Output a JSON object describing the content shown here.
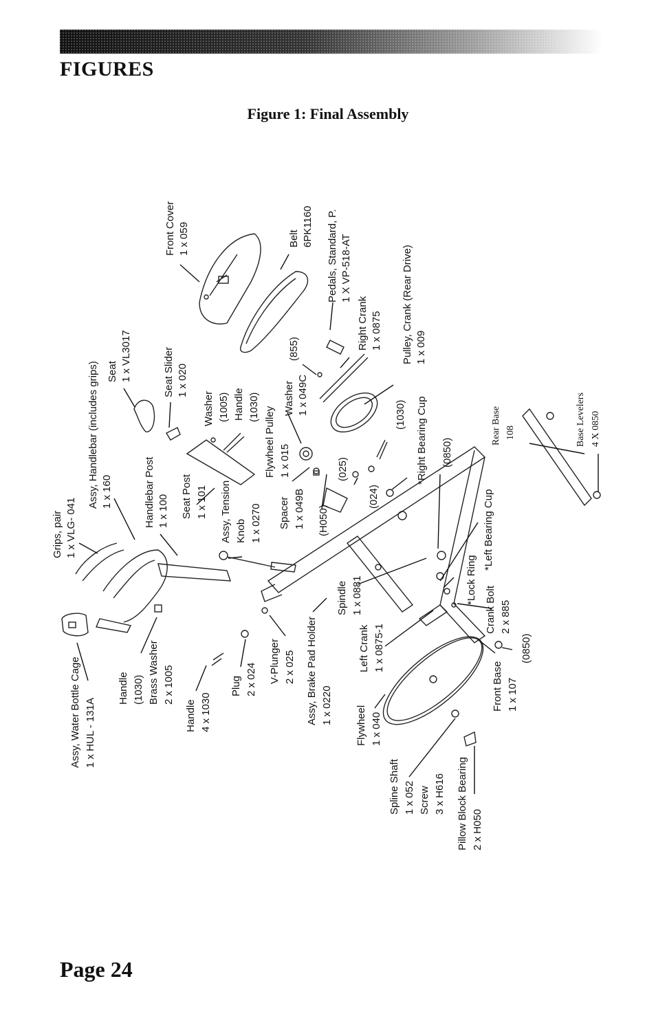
{
  "section_title": "FIGURES",
  "figure_title": "Figure 1: Final Assembly",
  "page_label": "Page 24",
  "labels": {
    "front_cover": [
      "Front Cover",
      "1 x 059"
    ],
    "belt": [
      "Belt",
      "6PK1160"
    ],
    "pedals": [
      "Pedals, Standard, P.",
      "1 X VP-518-AT"
    ],
    "pulley_crank": [
      "Pulley, Crank  (Rear Drive)",
      "1 x 009"
    ],
    "right_crank": [
      "Right Crank",
      "1 x 0875"
    ],
    "seat": [
      "Seat",
      "1 x VL3017"
    ],
    "seat_slider": [
      "Seat Slider",
      "1 x 020"
    ],
    "handlebar_assy": [
      "Assy, Handlebar (includes grips)",
      "1 x 160"
    ],
    "washer_1005": [
      "Washer",
      "(1005)"
    ],
    "handle_1030": [
      "Handle",
      "(1030)"
    ],
    "flywheel_pulley": [
      "Flywheel Pulley",
      "1 x 015"
    ],
    "washer_049c": [
      "Washer",
      "1 x 049C"
    ],
    "part_855": "(855)",
    "part_1030_b": "(1030)",
    "right_bearing_cup": "*Right Bearing Cup",
    "part_0850_a": "(0850)",
    "rear_base": [
      "Rear Base",
      "108"
    ],
    "base_levelers": [
      "Base Levelers",
      "4 X 0850"
    ],
    "grips": [
      "Grips, pair",
      "1 x VLG- 041"
    ],
    "handlebar_post": [
      "Handlebar Post",
      "1 x 100"
    ],
    "seat_post": [
      "Seat Post",
      "1 x 101"
    ],
    "tension_knob": [
      "Assy, Tension",
      "Knob",
      "1 x 0270"
    ],
    "spacer": [
      "Spacer",
      "1 x 049B"
    ],
    "part_025": "(025)",
    "part_024": "(024)",
    "part_h050": "(H050)",
    "left_bearing_cup": "*Left Bearing Cup",
    "lock_ring": "*Lock Ring",
    "crank_bolt": [
      "Crank Bolt",
      "2 x 885"
    ],
    "spindle": [
      "Spindle",
      "1 x 0881"
    ],
    "left_crank": [
      "Left Crank",
      "1 x 0875-1"
    ],
    "brake_pad_holder": [
      "Assy, Brake Pad Holder",
      "1 x 0220"
    ],
    "v_plunger": [
      "V-Plunger",
      "2 x 025"
    ],
    "plug": [
      "Plug",
      "2 x 024"
    ],
    "handle_4x": [
      "Handle",
      "4 x 1030"
    ],
    "handle_brass": [
      "Handle",
      "(1030)",
      "Brass Washer",
      "2 x 1005"
    ],
    "water_bottle": [
      "Assy, Water Bottle Cage",
      "1 x HUL - 131A"
    ],
    "flywheel": [
      "Flywheel",
      "1 x 040"
    ],
    "spline_shaft": [
      "Spline  Shaft",
      "1 x 052",
      "Screw",
      "3 x H616"
    ],
    "pillow_block": [
      "Pillow Block Bearing",
      "2 x H050"
    ],
    "front_base": [
      "Front Base",
      "1 x 107"
    ],
    "part_0850_b": "(0850)"
  }
}
